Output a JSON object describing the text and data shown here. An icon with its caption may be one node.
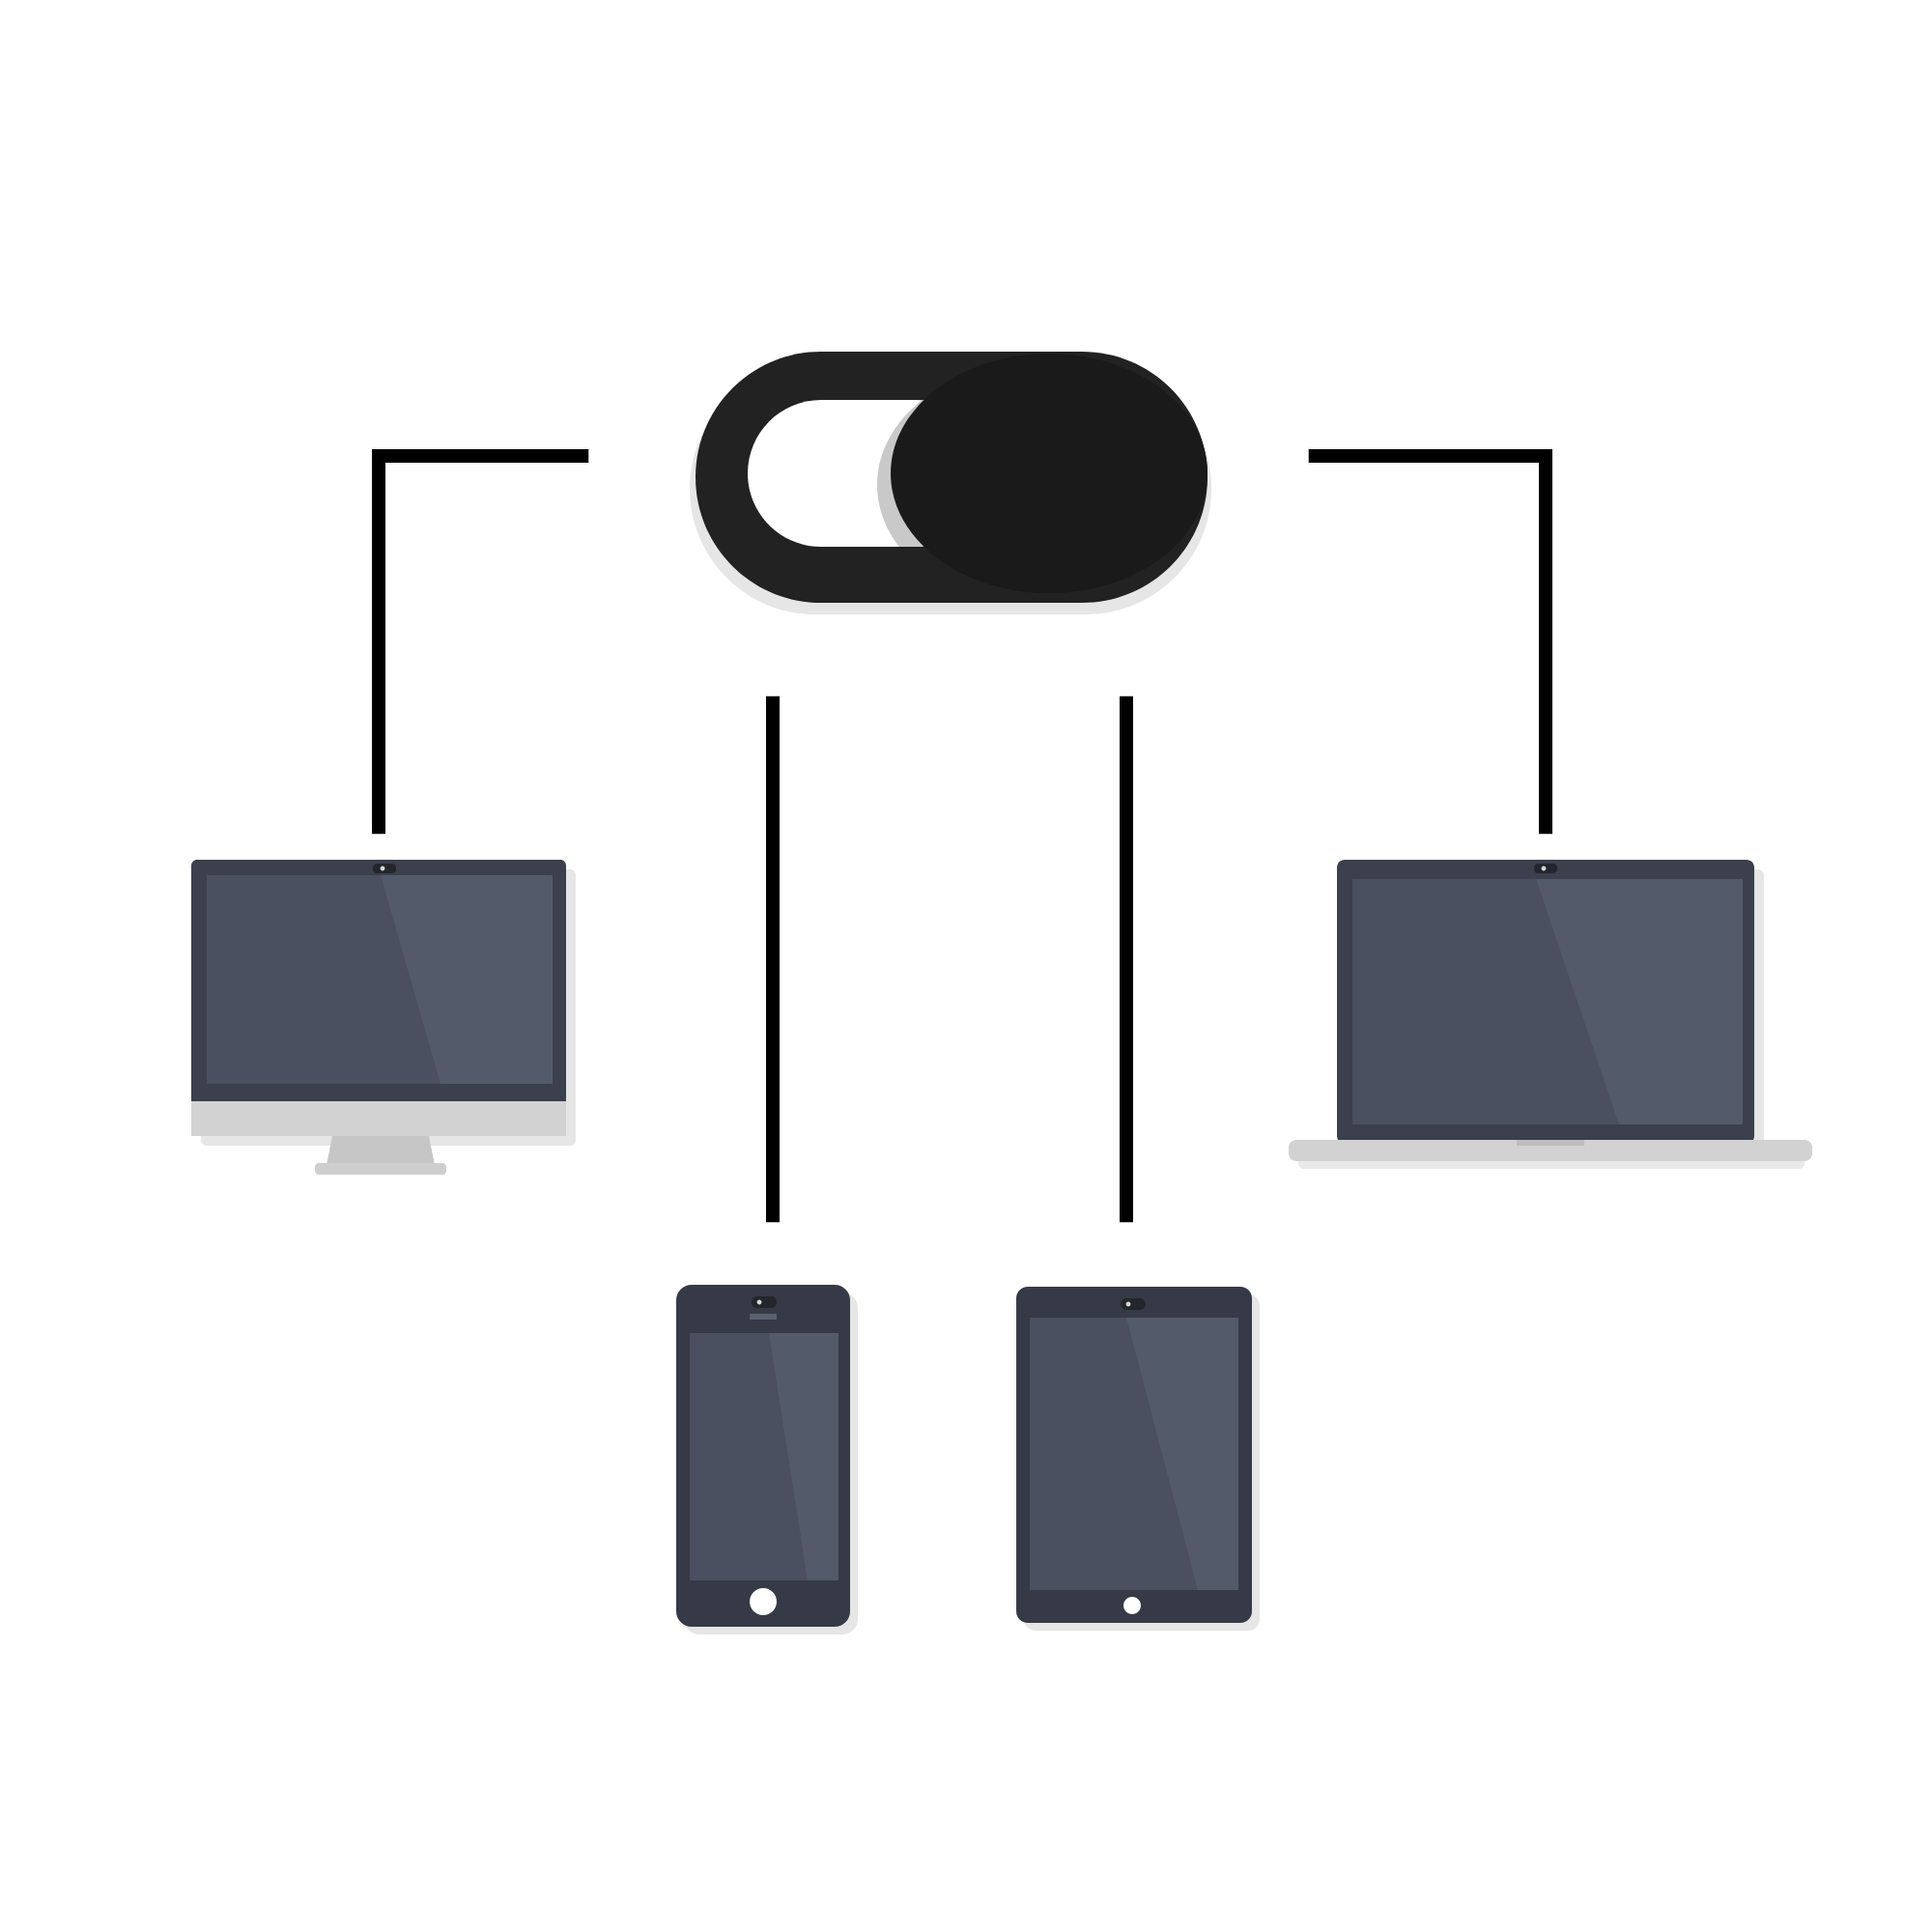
{
  "diagram": {
    "nodes": [
      {
        "text": [],
        "shape": "picture"
      },
      {
        "text": [],
        "shape": "picture"
      },
      {
        "text": [],
        "shape": "picture"
      },
      {
        "text": [],
        "shape": "picture"
      },
      {
        "text": [],
        "shape": "picture"
      }
    ],
    "edges": [
      {
        "from": 0,
        "to": 1,
        "arrow": "none"
      },
      {
        "from": 0,
        "to": 2,
        "arrow": "none"
      },
      {
        "from": 0,
        "to": 3,
        "arrow": "none"
      },
      {
        "from": 0,
        "to": 4,
        "arrow": "none"
      }
    ]
  }
}
